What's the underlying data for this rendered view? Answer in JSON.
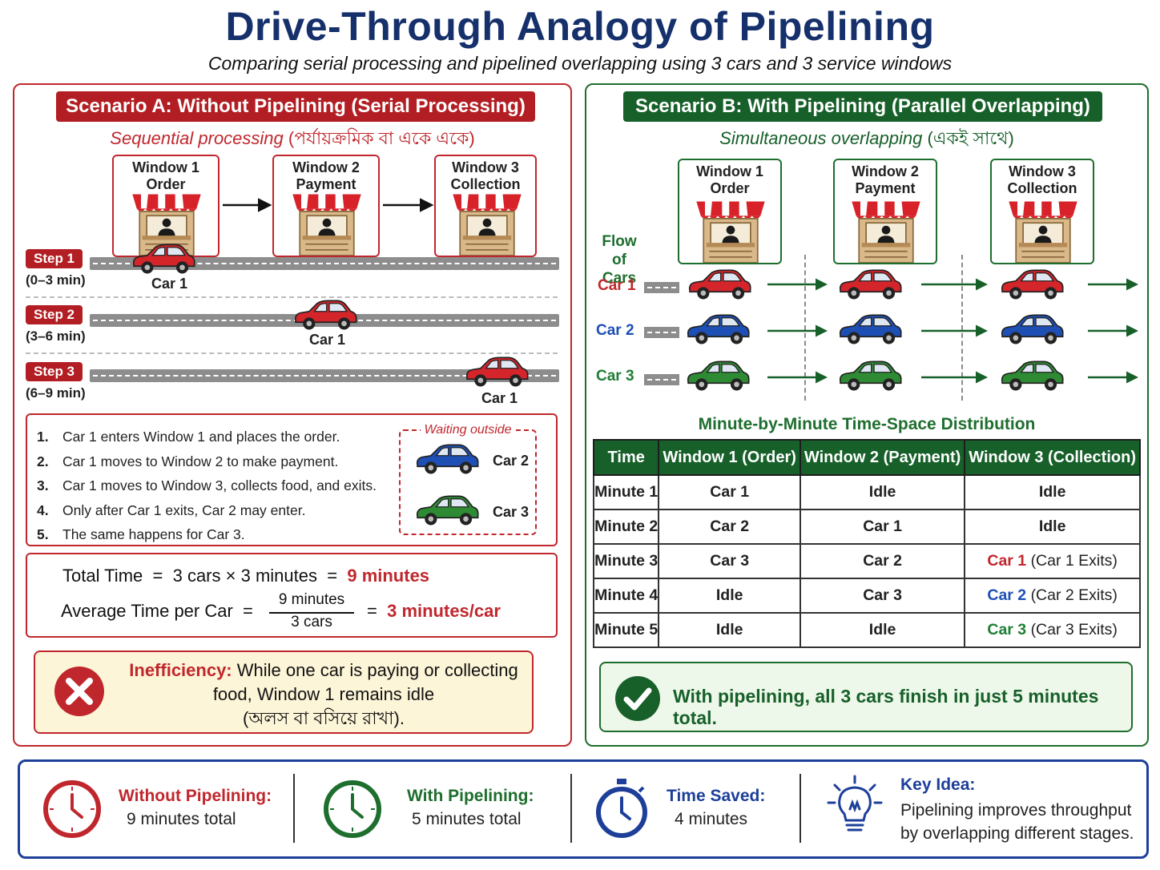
{
  "title": "Drive-Through Analogy of Pipelining",
  "subtitle": "Comparing serial processing and pipelined overlapping using 3 cars and 3 service windows",
  "scenario_a": {
    "banner": "Scenario A: Without Pipelining (Serial Processing)",
    "subtitle_en": "Sequential processing",
    "subtitle_bn": "(পর্যায়ক্রমিক বা একে একে)",
    "windows": [
      {
        "line1": "Window 1",
        "line2": "Order"
      },
      {
        "line1": "Window 2",
        "line2": "Payment"
      },
      {
        "line1": "Window 3",
        "line2": "Collection"
      }
    ],
    "steps": [
      {
        "label": "Step 1",
        "range": "(0–3 min)",
        "car": "Car 1"
      },
      {
        "label": "Step 2",
        "range": "(3–6 min)",
        "car": "Car 1"
      },
      {
        "label": "Step 3",
        "range": "(6–9 min)",
        "car": "Car 1"
      }
    ],
    "list": [
      {
        "n": "1.",
        "text": "Car 1 enters Window 1 and places the order."
      },
      {
        "n": "2.",
        "text": "Car 1 moves to Window 2 to make payment."
      },
      {
        "n": "3.",
        "text": "Car 1 moves to Window 3, collects food, and exits."
      },
      {
        "n": "4.",
        "text": "Only after Car 1 exits, Car 2 may enter."
      },
      {
        "n": "5.",
        "text": "The same happens for Car 3."
      }
    ],
    "waiting": {
      "label": "Waiting outside",
      "car2": "Car 2",
      "car3": "Car 3"
    },
    "calc": {
      "total_label": "Total Time",
      "eq": "=",
      "cars": "3 cars",
      "times": "×",
      "minutes": "3 minutes",
      "total_value": "9 minutes",
      "avg_label": "Average Time per Car",
      "num": "9 minutes",
      "den": "3 cars",
      "avg_value": "3 minutes/car"
    },
    "inefficiency": {
      "head": "Inefficiency:",
      "text": "While one car is paying or collecting food, Window 1 remains idle",
      "bn": "(অলস বা বসিয়ে রাখা)."
    }
  },
  "scenario_b": {
    "banner": "Scenario B: With Pipelining (Parallel Overlapping)",
    "subtitle_en": "Simultaneous overlapping",
    "subtitle_bn": "(একই সাথে)",
    "windows": [
      {
        "line1": "Window 1",
        "line2": "Order"
      },
      {
        "line1": "Window 2",
        "line2": "Payment"
      },
      {
        "line1": "Window 3",
        "line2": "Collection"
      }
    ],
    "flow_label_1": "Flow",
    "flow_label_2": "of Cars",
    "rows": [
      "Car 1",
      "Car 2",
      "Car 3"
    ],
    "table_title": "Minute-by-Minute Time-Space Distribution",
    "table_headers": [
      "Time",
      "Window 1 (Order)",
      "Window 2 (Payment)",
      "Window 3 (Collection)"
    ],
    "table_rows": [
      [
        "Minute 1",
        "Car 1",
        "Idle",
        "Idle",
        ""
      ],
      [
        "Minute 2",
        "Car 2",
        "Car 1",
        "Idle",
        ""
      ],
      [
        "Minute 3",
        "Car 3",
        "Car 2",
        "Car 1",
        "(Car 1 Exits)"
      ],
      [
        "Minute 4",
        "Idle",
        "Car 3",
        "Car 2",
        "(Car 2 Exits)"
      ],
      [
        "Minute 5",
        "Idle",
        "Idle",
        "Car 3",
        "(Car 3 Exits)"
      ]
    ],
    "result": "With pipelining, all 3 cars finish in just 5 minutes total."
  },
  "footer": {
    "without": {
      "title": "Without Pipelining:",
      "value": "9 minutes total"
    },
    "with": {
      "title": "With Pipelining:",
      "value": "5 minutes total"
    },
    "saved": {
      "title": "Time Saved:",
      "value": "4 minutes"
    },
    "key": {
      "title": "Key Idea:",
      "line1": "Pipelining improves throughput",
      "line2": "by overlapping different stages."
    }
  },
  "colors": {
    "red": "#c0272d",
    "green": "#1e6e2e",
    "blue": "#1d4fb5",
    "navy": "#15306b"
  }
}
